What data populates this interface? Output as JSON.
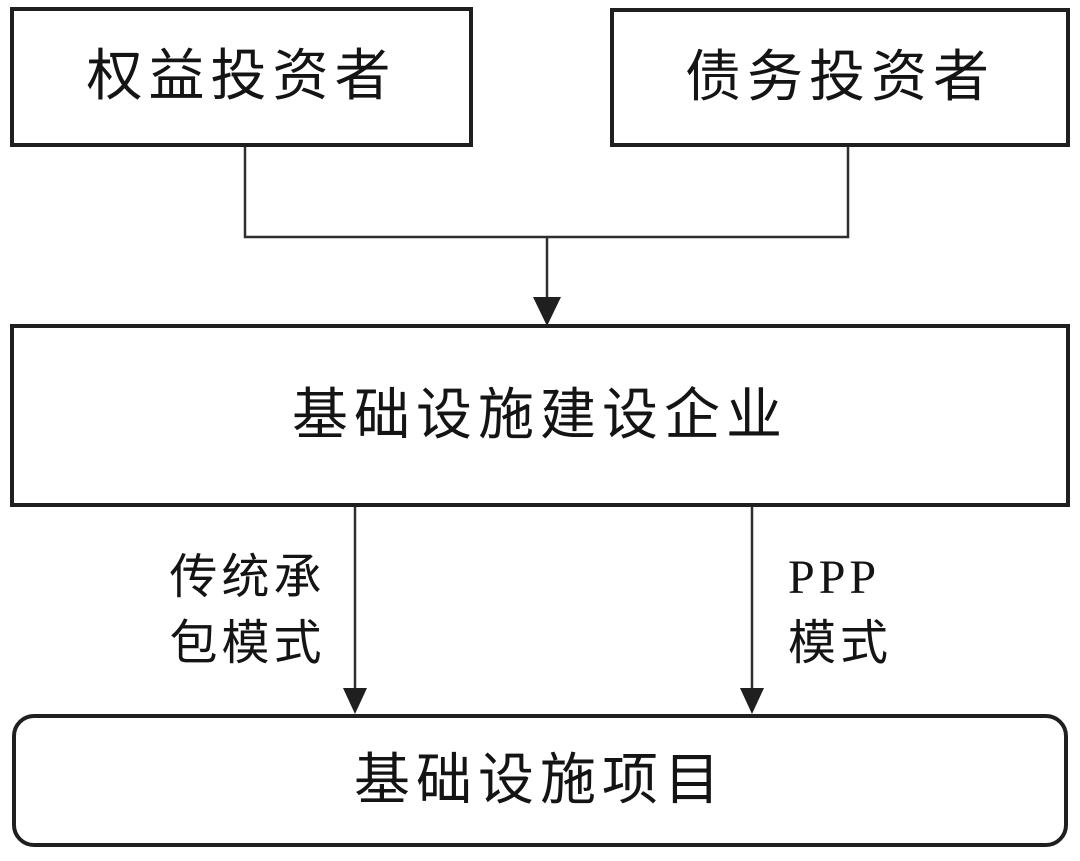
{
  "diagram": {
    "nodes": {
      "equity": {
        "label": "权益投资者"
      },
      "debt": {
        "label": "债务投资者"
      },
      "enterprise": {
        "label": "基础设施建设企业"
      },
      "project": {
        "label": "基础设施项目"
      }
    },
    "edges": {
      "traditional": {
        "label_line1": "传统承",
        "label_line2": "包模式"
      },
      "ppp": {
        "label_line1": "PPP",
        "label_line2": "模式"
      }
    },
    "colors": {
      "border": "#1f1f1f",
      "line": "#2e2e2e",
      "text": "#141414",
      "background": "#ffffff"
    }
  }
}
